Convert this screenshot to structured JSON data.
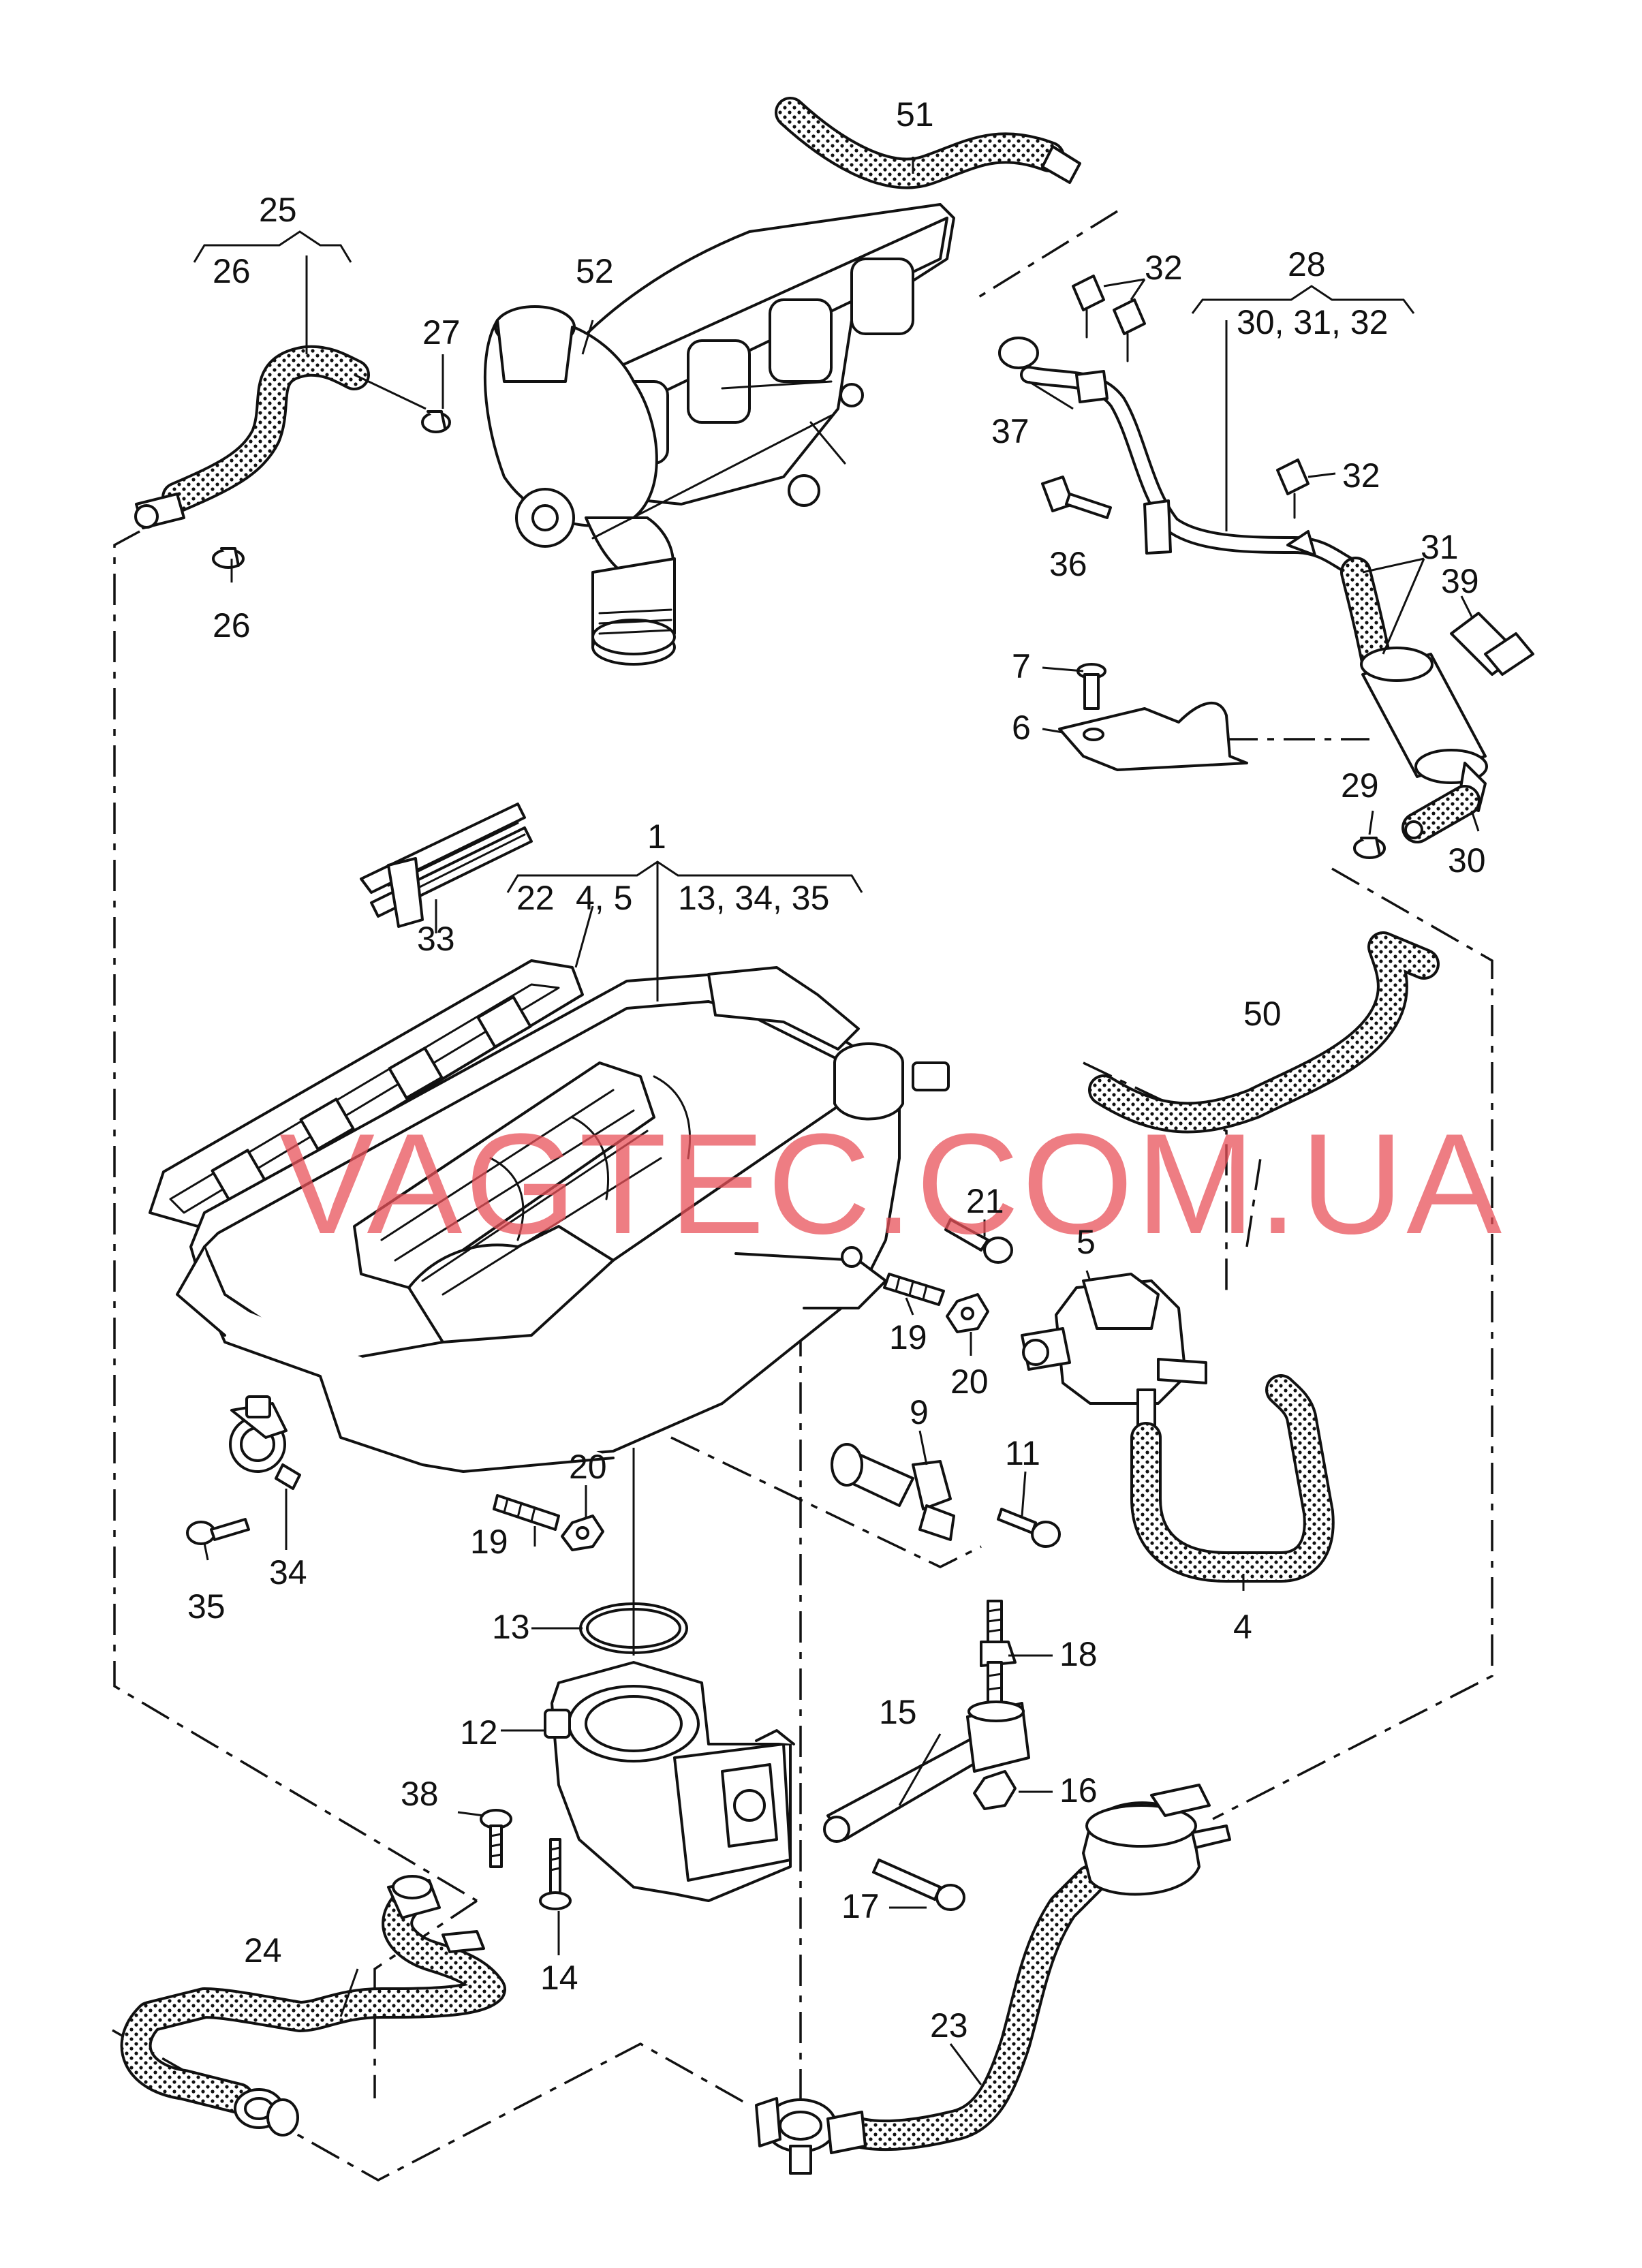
{
  "watermark": "VAGTEC.COM.UA",
  "labels": {
    "l1": "1",
    "l1_group_left": "22",
    "l1_group_mid": "4, 5",
    "l1_group_right": "13, 34, 35",
    "l4": "4",
    "l5": "5",
    "l6": "6",
    "l7": "7",
    "l9": "9",
    "l11": "11",
    "l12": "12",
    "l13": "13",
    "l14": "14",
    "l15": "15",
    "l16": "16",
    "l17": "17",
    "l18": "18",
    "l19a": "19",
    "l19b": "19",
    "l20a": "20",
    "l20b": "20",
    "l21": "21",
    "l23": "23",
    "l24": "24",
    "l25": "25",
    "l25_group": "26",
    "l26": "26",
    "l27": "27",
    "l28": "28",
    "l28_group": "30, 31, 32",
    "l29": "29",
    "l30": "30",
    "l31": "31",
    "l32a": "32",
    "l32b": "32",
    "l33": "33",
    "l34": "34",
    "l35": "35",
    "l36": "36",
    "l37": "37",
    "l38": "38",
    "l39": "39",
    "l50": "50",
    "l51": "51",
    "l52": "52"
  }
}
